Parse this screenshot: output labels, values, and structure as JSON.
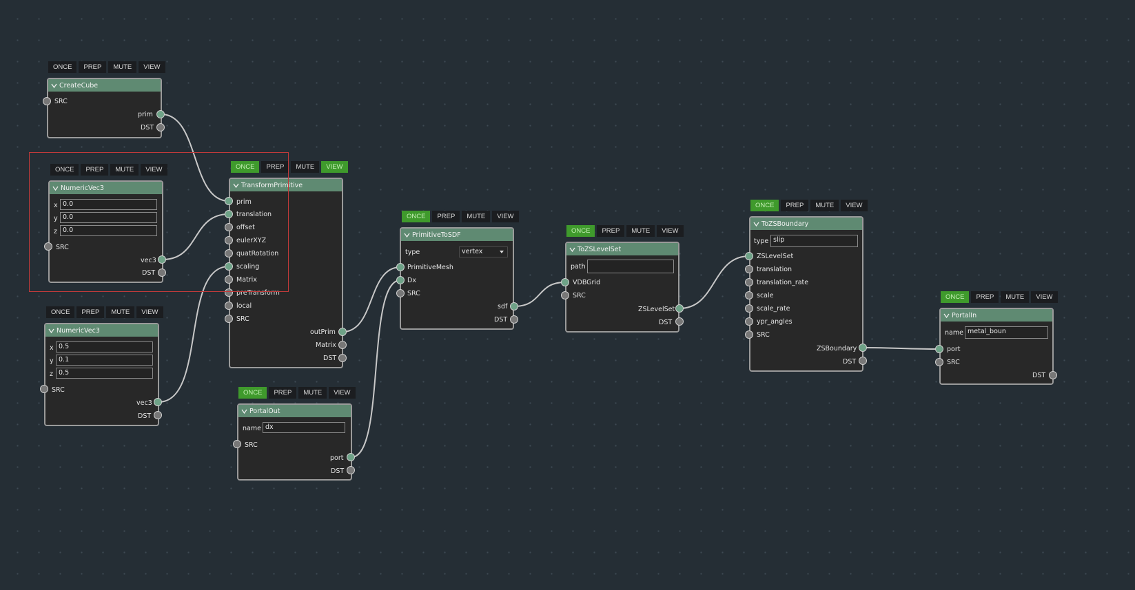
{
  "toolbar_labels": {
    "once": "ONCE",
    "prep": "PREP",
    "mute": "MUTE",
    "view": "VIEW"
  },
  "nodes": {
    "create_cube": {
      "title": "CreateCube",
      "src": "SRC",
      "prim": "prim",
      "dst": "DST"
    },
    "numeric_vec3_a": {
      "title": "NumericVec3",
      "x_label": "x",
      "y_label": "y",
      "z_label": "z",
      "x": "0.0",
      "y": "0.0",
      "z": "0.0",
      "src": "SRC",
      "vec3": "vec3",
      "dst": "DST"
    },
    "numeric_vec3_b": {
      "title": "NumericVec3",
      "x_label": "x",
      "y_label": "y",
      "z_label": "z",
      "x": "0.5",
      "y": "0.1",
      "z": "0.5",
      "src": "SRC",
      "vec3": "vec3",
      "dst": "DST"
    },
    "transform_primitive": {
      "title": "TransformPrimitive",
      "inputs": [
        "prim",
        "translation",
        "offset",
        "eulerXYZ",
        "quatRotation",
        "scaling",
        "Matrix",
        "preTransform",
        "local",
        "SRC"
      ],
      "outputs": [
        "outPrim",
        "Matrix",
        "DST"
      ]
    },
    "portal_out": {
      "title": "PortalOut",
      "name_label": "name",
      "name_value": "dx",
      "src": "SRC",
      "port": "port",
      "dst": "DST"
    },
    "primitive_to_sdf": {
      "title": "PrimitiveToSDF",
      "type_label": "type",
      "type_value": "vertex",
      "inputs": [
        "PrimitiveMesh",
        "Dx",
        "SRC"
      ],
      "outputs": [
        "sdf",
        "DST"
      ]
    },
    "to_zs_levelset": {
      "title": "ToZSLevelSet",
      "path_label": "path",
      "path_value": "",
      "inputs": [
        "VDBGrid",
        "SRC"
      ],
      "outputs": [
        "ZSLevelSet",
        "DST"
      ]
    },
    "to_zs_boundary": {
      "title": "ToZSBoundary",
      "type_label": "type",
      "type_value": "slip",
      "inputs": [
        "ZSLevelSet",
        "translation",
        "translation_rate",
        "scale",
        "scale_rate",
        "ypr_angles",
        "SRC"
      ],
      "outputs": [
        "ZSBoundary",
        "DST"
      ]
    },
    "portal_in": {
      "title": "PortalIn",
      "name_label": "name",
      "name_value": "metal_boun",
      "inputs": [
        "port",
        "SRC"
      ],
      "outputs": [
        "DST"
      ]
    }
  },
  "colors": {
    "background": "#252e35",
    "header": "#5f8a72",
    "node_body": "#282828",
    "active_button": "#3f9a2c",
    "selection": "#c03a3a",
    "wire": "#c8c8c8"
  }
}
